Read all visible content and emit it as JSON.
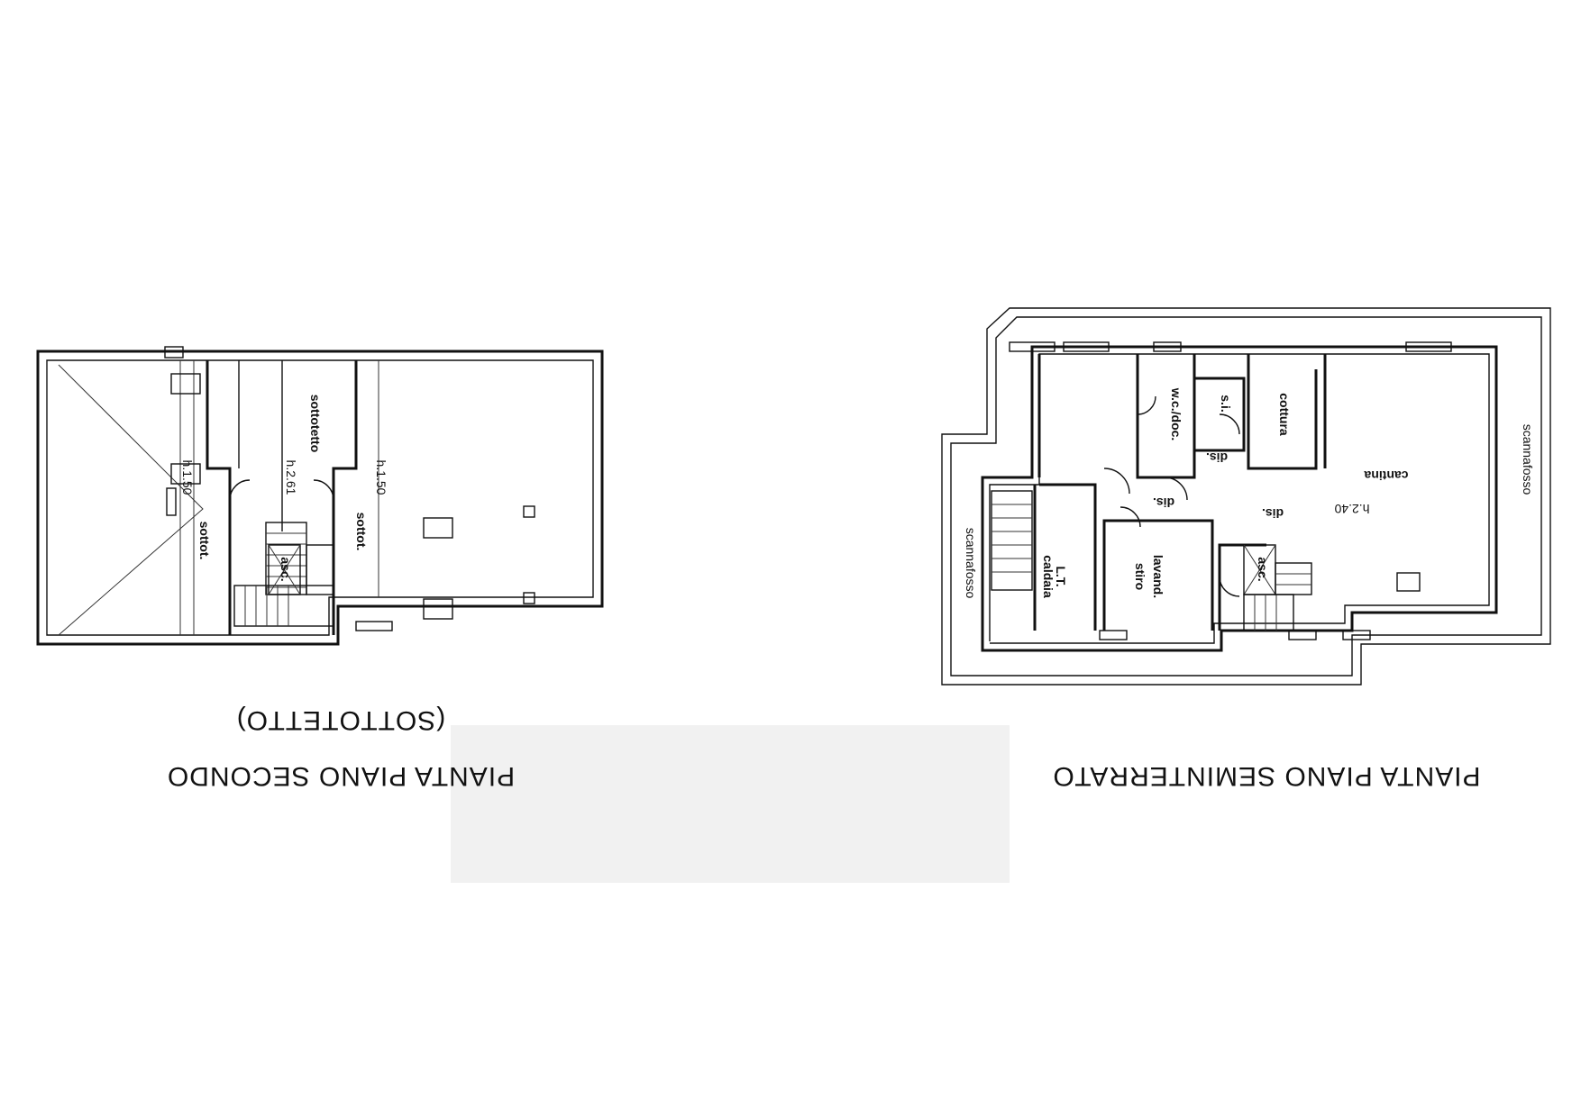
{
  "left_plan": {
    "title": "PIANTA PIANO SECONDO",
    "subtitle": "(SOTTOTETTO)",
    "labels": {
      "sottotetto": "sottotetto",
      "h261": "h.2.61",
      "h150a": "h.1.50",
      "h150b": "h.1.50",
      "sottot_a": "sottot.",
      "sottot_b": "sottot.",
      "asc": "asc."
    }
  },
  "right_plan": {
    "title": "PIANTA PIANO SEMINTERRATO",
    "labels": {
      "wc": "w.c./doc.",
      "si": "s.i.",
      "cottura": "cottura",
      "cantina": "cantina",
      "h240": "h.2.40",
      "dis_a": "dis.",
      "dis_b": "dis.",
      "dis_c": "dis.",
      "lavand": "lavand.",
      "stiro": "stiro",
      "lt": "L.T.",
      "caldaia": "caldaia",
      "asc": "asc.",
      "scannafosso_a": "scannafosso",
      "scannafosso_b": "scannafosso"
    }
  },
  "orientation": "upside-down (rotated 180°)"
}
